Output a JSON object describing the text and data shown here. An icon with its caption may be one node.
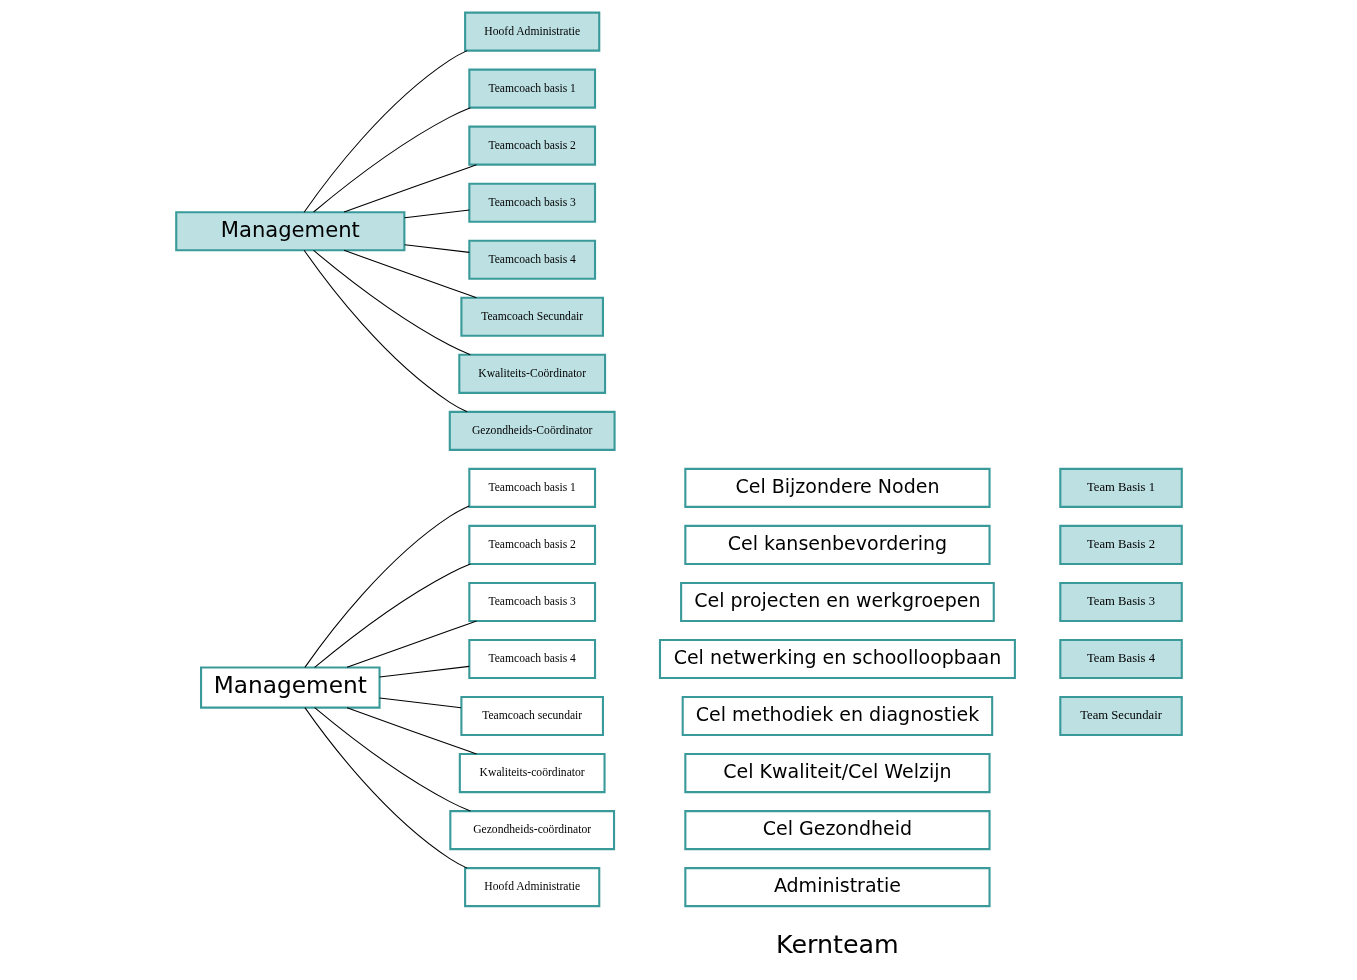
{
  "diagram": {
    "nodes": [
      {
        "text": [
          "Management"
        ]
      },
      {
        "text": [
          "Teamcoach basis 1"
        ]
      },
      {
        "text": [
          "Teamcoach basis 2"
        ]
      },
      {
        "text": [
          "Teamcoach basis 3"
        ]
      },
      {
        "text": [
          "Teamcoach basis 4"
        ]
      },
      {
        "text": [
          "Teamcoach secundair"
        ]
      },
      {
        "text": [
          "Kwaliteits-coördinator"
        ]
      },
      {
        "text": [
          "Gezondheids-coördinator"
        ]
      },
      {
        "text": [
          "Hoofd Administratie"
        ]
      },
      {
        "text": [
          "Team Basis 1"
        ]
      },
      {
        "text": [
          "Team Basis 2"
        ]
      },
      {
        "text": [
          "Team Basis 3"
        ]
      },
      {
        "text": [
          "Team Basis 4"
        ]
      },
      {
        "text": [
          "Team Secundair"
        ]
      },
      {
        "text": [
          "Cel Bijzondere Noden"
        ]
      },
      {
        "text": [
          "Cel kansenbevordering"
        ]
      },
      {
        "text": [
          "Cel projecten en werkgroepen"
        ]
      },
      {
        "text": [
          "Cel netwerking en schoolloopbaan"
        ]
      },
      {
        "text": [
          "Cel methodiek en diagnostiek"
        ]
      },
      {
        "text": [
          "Cel Kwaliteit/Cel Welzijn"
        ]
      },
      {
        "text": [
          "Cel Gezondheid"
        ]
      },
      {
        "text": [
          "Administratie"
        ]
      },
      {
        "text": [
          "Hoofd Administratie"
        ]
      },
      {
        "text": [
          "Teamcoach basis 1"
        ]
      },
      {
        "text": [
          "Teamcoach basis 2"
        ]
      },
      {
        "text": [
          "Teamcoach basis 3"
        ]
      },
      {
        "text": [
          "Teamcoach basis 4"
        ]
      },
      {
        "text": [
          "Teamcoach Secundair"
        ]
      },
      {
        "text": [
          "Kwaliteits-Coördinator"
        ]
      },
      {
        "text": [
          "Gezondheids-Coördinator"
        ]
      },
      {
        "text": [
          "Management"
        ]
      }
    ],
    "edges": [
      {
        "from": 0,
        "to": 1,
        "arrow": "none"
      },
      {
        "from": 0,
        "to": 2,
        "arrow": "none"
      },
      {
        "from": 0,
        "to": 3,
        "arrow": "none"
      },
      {
        "from": 0,
        "to": 4,
        "arrow": "none"
      },
      {
        "from": 0,
        "to": 5,
        "arrow": "none"
      },
      {
        "from": 0,
        "to": 6,
        "arrow": "none"
      },
      {
        "from": 0,
        "to": 7,
        "arrow": "none"
      },
      {
        "from": 0,
        "to": 8,
        "arrow": "none"
      },
      {
        "from": 30,
        "to": 22,
        "arrow": "none"
      },
      {
        "from": 30,
        "to": 23,
        "arrow": "none"
      },
      {
        "from": 30,
        "to": 24,
        "arrow": "none"
      },
      {
        "from": 30,
        "to": 25,
        "arrow": "none"
      },
      {
        "from": 30,
        "to": 26,
        "arrow": "none"
      },
      {
        "from": 30,
        "to": 27,
        "arrow": "none"
      },
      {
        "from": 30,
        "to": 28,
        "arrow": "none"
      },
      {
        "from": 30,
        "to": 29,
        "arrow": "none"
      }
    ],
    "labels": [
      "Kernteam"
    ]
  }
}
